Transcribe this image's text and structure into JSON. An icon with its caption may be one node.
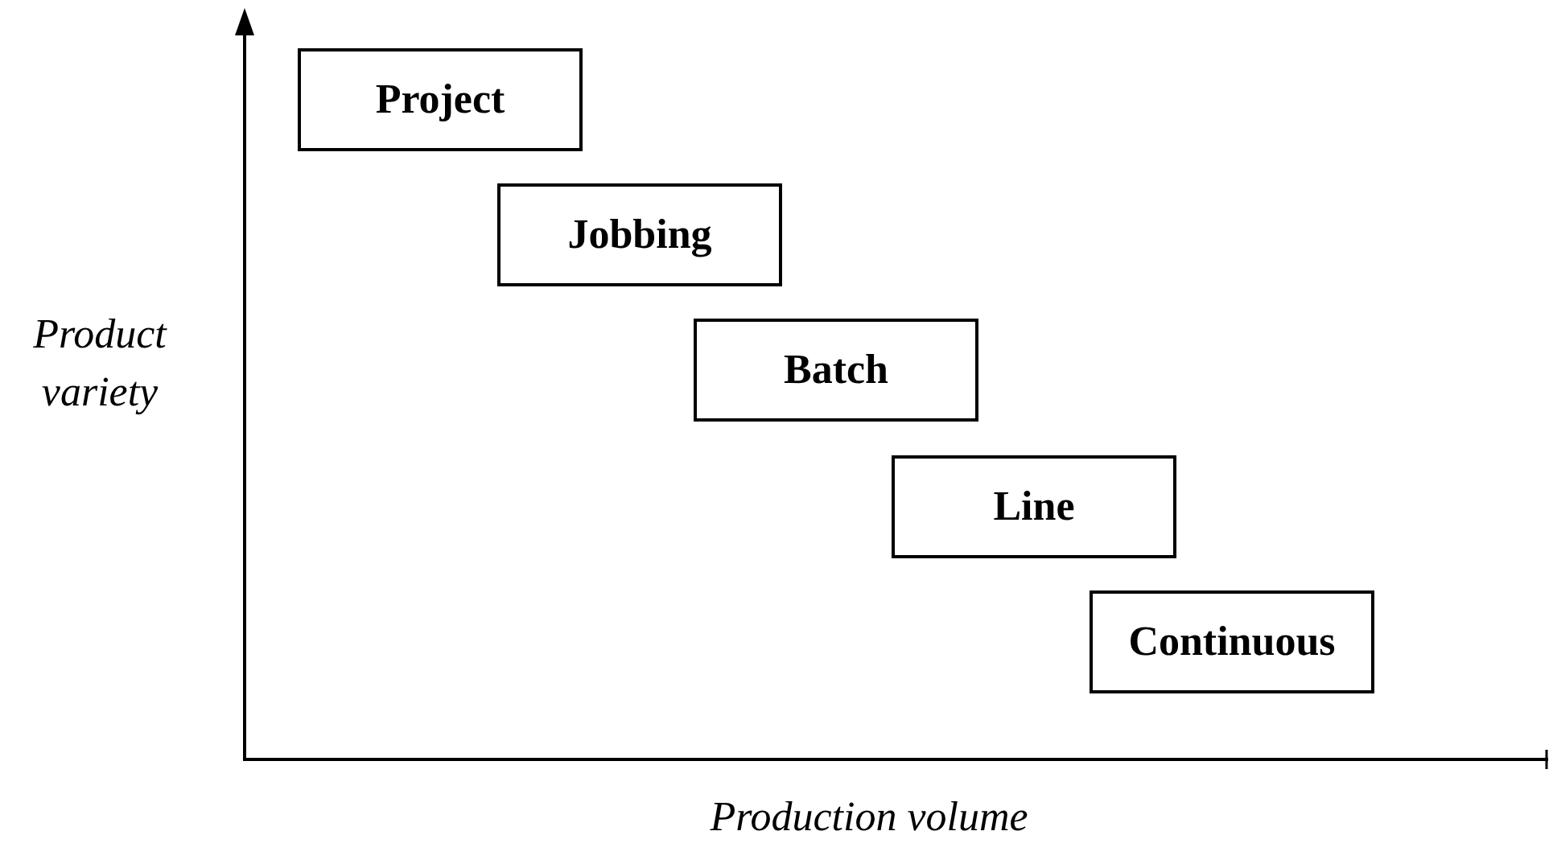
{
  "diagram": {
    "nodes": [
      {
        "text": [
          "Project"
        ]
      },
      {
        "text": [
          "Jobbing"
        ]
      },
      {
        "text": [
          "Batch"
        ]
      },
      {
        "text": [
          "Line"
        ]
      },
      {
        "text": [
          "Continuous"
        ]
      }
    ],
    "labels": [
      "Product variety",
      "Production volume"
    ]
  }
}
